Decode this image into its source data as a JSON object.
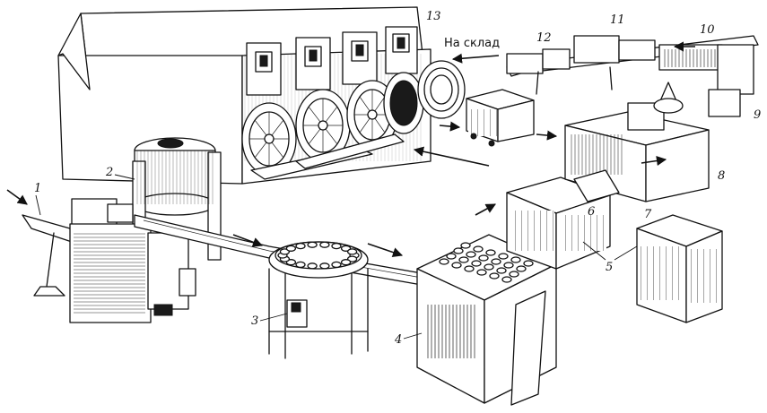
{
  "diagram": {
    "warehouse_label": "На склад",
    "callouts": [
      "1",
      "2",
      "3",
      "4",
      "5",
      "6",
      "7",
      "8",
      "9",
      "10",
      "11",
      "12",
      "13"
    ]
  },
  "colors": {
    "ink": "#111111",
    "paper": "#ffffff"
  }
}
